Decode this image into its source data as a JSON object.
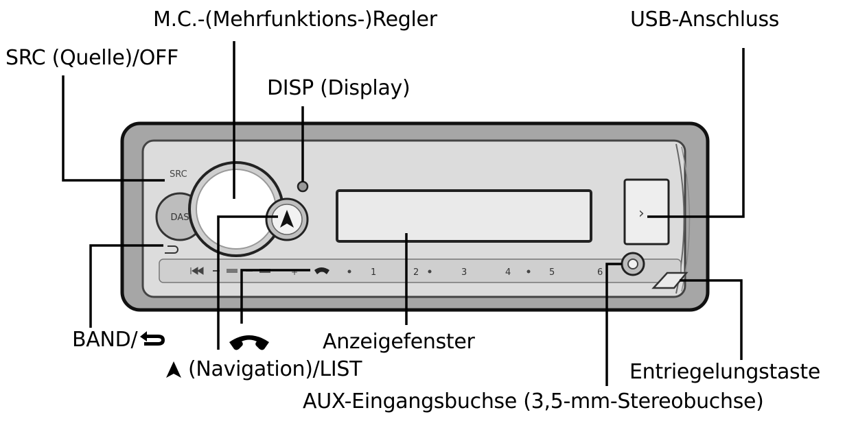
{
  "labels": {
    "mc_dial": "M.C.-(Mehrfunktions-)Regler",
    "usb_port": "USB-Anschluss",
    "src_off": "SRC (Quelle)/OFF",
    "disp": "DISP (Display)",
    "band_prefix": "BAND/",
    "navigation_list": "(Navigation)/LIST",
    "display_window": "Anzeigefenster",
    "release_button": "Entriegelungstaste",
    "aux_jack": "AUX-Eingangsbuchse (3,5-mm-Stereobuchse)"
  },
  "device": {
    "src_text": "SRC",
    "das_text": "DAS",
    "preset_keys": [
      "1",
      "2",
      "3",
      "4",
      "5",
      "6"
    ],
    "usb_symbol": "›"
  },
  "icons": {
    "back": "back-arrow-icon",
    "phone": "phone-icon",
    "navigation": "navigation-arrow-icon"
  }
}
